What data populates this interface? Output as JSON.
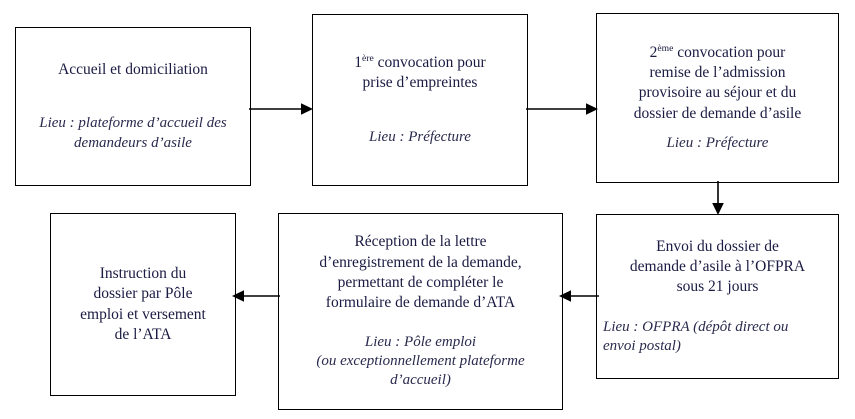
{
  "diagram": {
    "type": "flowchart",
    "language": "fr",
    "stroke_color": "#000000",
    "text_color": "#1a1a42",
    "background": "#ffffff",
    "nodes": [
      {
        "id": "accueil",
        "order": 1,
        "title": "Accueil et domiciliation",
        "place": "Lieu : plateforme d’accueil des\ndemandeurs d’asile"
      },
      {
        "id": "convocation1",
        "order": 2,
        "title_prefix": "1",
        "title_ordinal": "ère",
        "title_rest": " convocation pour\nprise d’empreintes",
        "place": "Lieu : Préfecture"
      },
      {
        "id": "convocation2",
        "order": 3,
        "title_prefix": "2",
        "title_ordinal": "ème",
        "title_rest": " convocation  pour\nremise de l’admission\nprovisoire au séjour et du\ndossier de demande d’asile",
        "place": "Lieu : Préfecture"
      },
      {
        "id": "envoi",
        "order": 4,
        "title": "Envoi du dossier de\ndemande d’asile à l’OFPRA\nsous 21 jours",
        "place": "Lieu : OFPRA (dépôt direct ou\nenvoi postal)"
      },
      {
        "id": "reception",
        "order": 5,
        "title": "Réception de la lettre\nd’enregistrement de la demande,\npermettant de compléter le\nformulaire de demande d’ATA",
        "place": "Lieu : Pôle emploi\n(ou exceptionnellement plateforme\nd’accueil)"
      },
      {
        "id": "instruction",
        "order": 6,
        "title": "Instruction du\ndossier par Pôle\nemploi et versement\nde l’ATA",
        "place": ""
      }
    ],
    "edges": [
      {
        "id": "e1",
        "from": "accueil",
        "to": "convocation1",
        "direction": "right"
      },
      {
        "id": "e2",
        "from": "convocation1",
        "to": "convocation2",
        "direction": "right"
      },
      {
        "id": "e3",
        "from": "convocation2",
        "to": "envoi",
        "direction": "down"
      },
      {
        "id": "e4",
        "from": "envoi",
        "to": "reception",
        "direction": "left"
      },
      {
        "id": "e5",
        "from": "reception",
        "to": "instruction",
        "direction": "left"
      }
    ]
  }
}
